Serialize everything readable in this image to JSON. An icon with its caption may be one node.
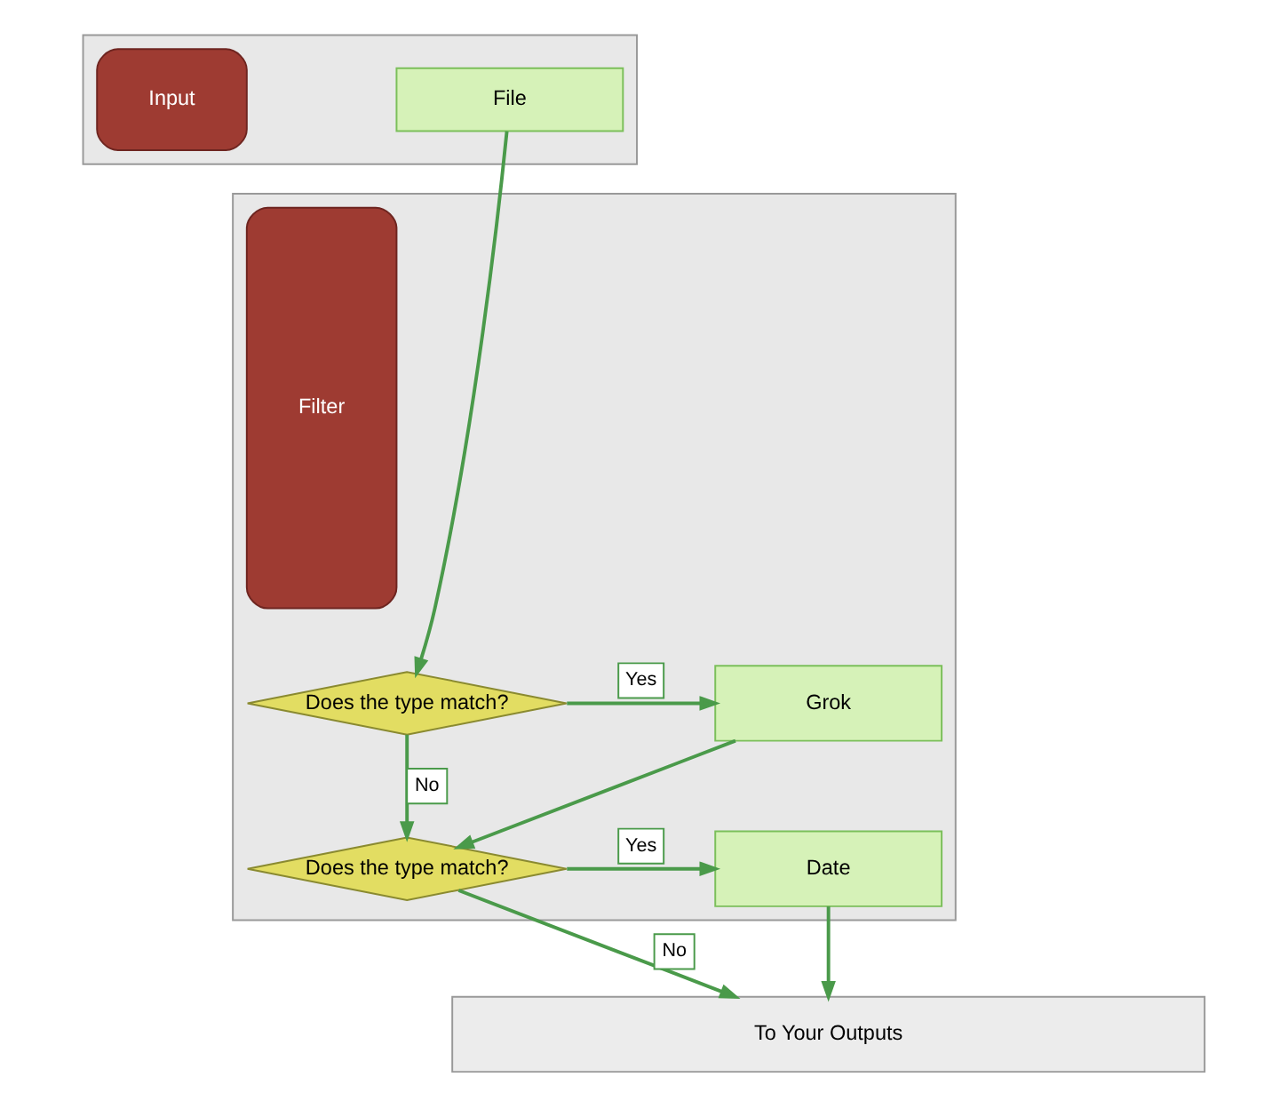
{
  "diagram": {
    "nodes": [
      {
        "text": [],
        "shape": "box"
      },
      {
        "text": [
          "Input"
        ],
        "in": 0
      },
      {
        "text": [
          "File"
        ],
        "in": 0
      },
      {
        "text": [],
        "shape": "box"
      },
      {
        "text": [
          "Filter"
        ],
        "in": 3
      },
      {
        "text": [
          "Does the type match?"
        ],
        "in": 3
      },
      {
        "text": [
          "Grok"
        ],
        "in": 3
      },
      {
        "text": [
          "Does the type match?"
        ],
        "in": 3
      },
      {
        "text": [
          "Date"
        ],
        "in": 3
      },
      {
        "text": [
          "To Your Outputs"
        ]
      }
    ],
    "edges": [
      {
        "from": 2,
        "to": 5,
        "arrow": "to"
      },
      {
        "from": 5,
        "to": 6,
        "arrow": "to",
        "label": "Yes"
      },
      {
        "from": 5,
        "to": 7,
        "arrow": "to",
        "label": "No"
      },
      {
        "from": 6,
        "to": 7,
        "arrow": "to"
      },
      {
        "from": 7,
        "to": 8,
        "arrow": "to",
        "label": "Yes"
      },
      {
        "from": 7,
        "to": 9,
        "arrow": "to",
        "label": "No"
      },
      {
        "from": 8,
        "to": 9,
        "arrow": "to"
      }
    ]
  }
}
